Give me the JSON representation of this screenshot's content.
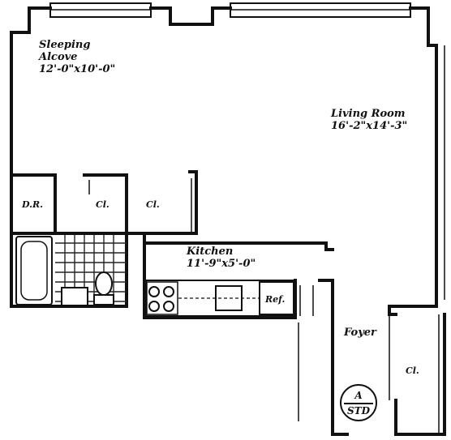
{
  "rooms": {
    "sleeping_alcove": {
      "name_line1": "Sleeping",
      "name_line2": "Alcove",
      "size": "12'-0\"x10'-0\""
    },
    "living_room": {
      "name": "Living Room",
      "size": "16'-2\"x14'-3\""
    },
    "kitchen": {
      "name": "Kitchen",
      "size": "11'-9\"x5'-0\""
    },
    "dressing_room": {
      "name": "D.R."
    },
    "closet_1": {
      "name": "Cl."
    },
    "closet_2": {
      "name": "Cl."
    },
    "refrigerator": {
      "name": "Ref."
    },
    "foyer": {
      "name": "Foyer"
    },
    "closet_3": {
      "name": "Cl."
    }
  },
  "badge": {
    "line1": "A",
    "line2": "STD"
  }
}
